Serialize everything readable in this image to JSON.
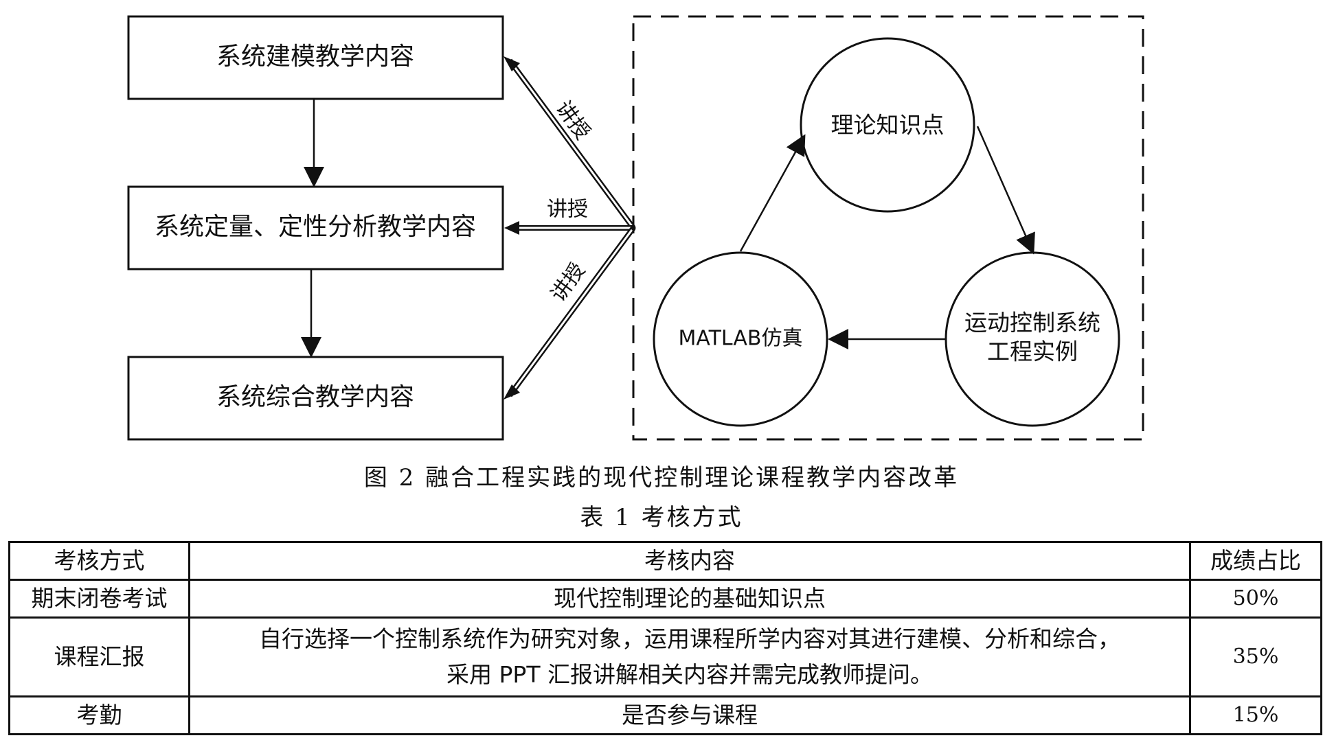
{
  "diagram": {
    "boxes": [
      {
        "label": "系统建模教学内容"
      },
      {
        "label": "系统定量、定性分析教学内容"
      },
      {
        "label": "系统综合教学内容"
      }
    ],
    "arrow_label": "讲授",
    "circles": [
      {
        "lines": [
          "理论知识点"
        ]
      },
      {
        "lines": [
          "运动控制系统",
          "工程实例"
        ]
      },
      {
        "lines": [
          "MATLAB仿真"
        ]
      }
    ]
  },
  "figure_caption": "图 2  融合工程实践的现代控制理论课程教学内容改革",
  "table_caption": "表 1  考核方式",
  "table": {
    "headers": [
      "考核方式",
      "考核内容",
      "成绩占比"
    ],
    "rows": [
      {
        "method": "期末闭卷考试",
        "content": [
          "现代控制理论的基础知识点"
        ],
        "share": "50%"
      },
      {
        "method": "课程汇报",
        "content": [
          "自行选择一个控制系统作为研究对象，运用课程所学内容对其进行建模、分析和综合，",
          "采用 PPT 汇报讲解相关内容并需完成教师提问。"
        ],
        "share": "35%"
      },
      {
        "method": "考勤",
        "content": [
          "是否参与课程"
        ],
        "share": "15%"
      }
    ]
  }
}
